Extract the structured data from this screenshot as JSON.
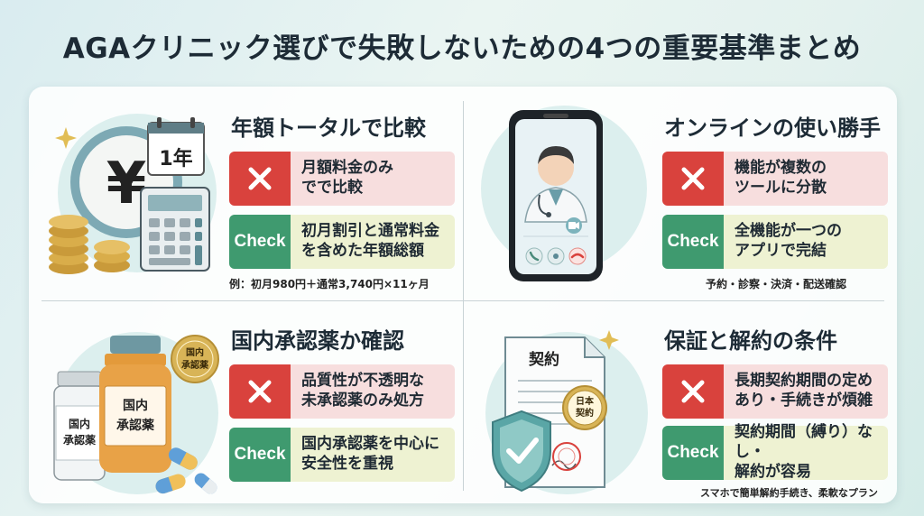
{
  "title": "AGAクリニック選びで失敗しないための4つの重要基準まとめ",
  "badge_check_label": "Check",
  "colors": {
    "bad_bg": "#f7dede",
    "bad_badge": "#d9423d",
    "good_bg": "#eef2d2",
    "good_badge": "#3f9a6f",
    "teal_accent": "#5aa6a6",
    "gold": "#d8b457"
  },
  "sections": [
    {
      "heading": "年額トータルで比較",
      "illustration": {
        "icons": [
          "yen-coin-icon",
          "calendar-icon",
          "calculator-icon",
          "coin-stack-icon",
          "sparkle-icon"
        ],
        "calendar_text": "1年",
        "yen_symbol": "¥"
      },
      "bad_text": [
        "月額料金のみ",
        "でで比較"
      ],
      "good_text": [
        "初月割引と通常料金",
        "を含めた年額総額"
      ],
      "note": "例：初月980円＋通常3,740円×11ヶ月"
    },
    {
      "heading": "オンラインの使い勝手",
      "illustration": {
        "icons": [
          "smartphone-icon",
          "doctor-icon",
          "video-icon",
          "phone-icon",
          "hangup-icon"
        ]
      },
      "bad_text": [
        "機能が複数の",
        "ツールに分散"
      ],
      "good_text": [
        "全機能が一つの",
        "アプリで完結"
      ],
      "note": "予約・診察・決済・配送確認"
    },
    {
      "heading": "国内承認薬か確認",
      "illustration": {
        "icons": [
          "medicine-bottle-icon",
          "capsule-icon",
          "approval-seal-icon"
        ],
        "bottle_small_label": [
          "国内",
          "承認薬"
        ],
        "bottle_large_label": [
          "国内",
          "承認薬"
        ],
        "seal_label": [
          "国内",
          "承認薬"
        ]
      },
      "bad_text": [
        "品質性が不透明な",
        "未承認薬のみ処方"
      ],
      "good_text": [
        "国内承認薬を中心に",
        "安全性を重視"
      ],
      "note": ""
    },
    {
      "heading": "保証と解約の条件",
      "illustration": {
        "icons": [
          "contract-document-icon",
          "shield-check-icon",
          "seal-icon",
          "sparkle-icon"
        ],
        "doc_title": "契約",
        "seal_label": [
          "日本",
          "契約"
        ]
      },
      "bad_text": [
        "長期契約期間の定め",
        "あり・手続きが煩雑"
      ],
      "good_text": [
        "契約期間（縛り）なし・",
        "解約が容易"
      ],
      "note": "スマホで簡単解約手続き、柔軟なプラン"
    }
  ]
}
